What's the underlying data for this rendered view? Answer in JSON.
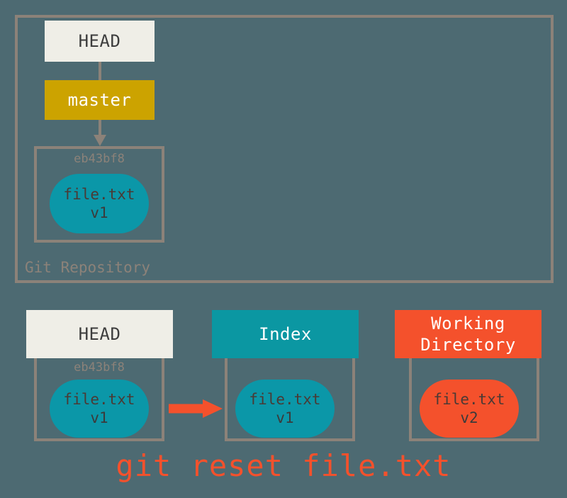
{
  "diagram": {
    "title": "git reset file.txt",
    "background_color": "#4d6a72",
    "repository": {
      "label": "Git Repository",
      "border_color": "#8c8279",
      "head_box": {
        "label": "HEAD",
        "fill": "#efeee7",
        "text_color": "#3d3d3d"
      },
      "branch_box": {
        "label": "master",
        "fill": "#cca300",
        "text_color": "#ffffff"
      },
      "commit": {
        "hash": "eb43bf8",
        "blob": {
          "line1": "file.txt",
          "line2": "v1",
          "fill": "#0b97a8"
        }
      },
      "arrows": [
        {
          "name": "head-to-master",
          "from": "HEAD",
          "to": "master",
          "color": "#8c8279"
        },
        {
          "name": "master-to-commit",
          "from": "master",
          "to": "eb43bf8",
          "color": "#8c8279"
        }
      ]
    },
    "areas": [
      {
        "id": "head",
        "label": "HEAD",
        "header_fill": "#efeee7",
        "header_text_color": "#3d3d3d",
        "hash": "eb43bf8",
        "blob": {
          "line1": "file.txt",
          "line2": "v1",
          "fill": "#0b97a8"
        }
      },
      {
        "id": "index",
        "label": "Index",
        "header_fill": "#0b97a2",
        "header_text_color": "#ffffff",
        "hash": "",
        "blob": {
          "line1": "file.txt",
          "line2": "v1",
          "fill": "#0b97a8"
        }
      },
      {
        "id": "working-directory",
        "label_line1": "Working",
        "label_line2": "Directory",
        "header_fill": "#f4512c",
        "header_text_color": "#ffffff",
        "hash": "",
        "blob": {
          "line1": "file.txt",
          "line2": "v2",
          "fill": "#f4512c"
        }
      }
    ],
    "transfer_arrow": {
      "name": "head-to-index-arrow",
      "from": "HEAD",
      "to": "Index",
      "color": "#f4512c",
      "direction": "right"
    },
    "caption": "git reset file.txt",
    "caption_color": "#f4512c"
  }
}
